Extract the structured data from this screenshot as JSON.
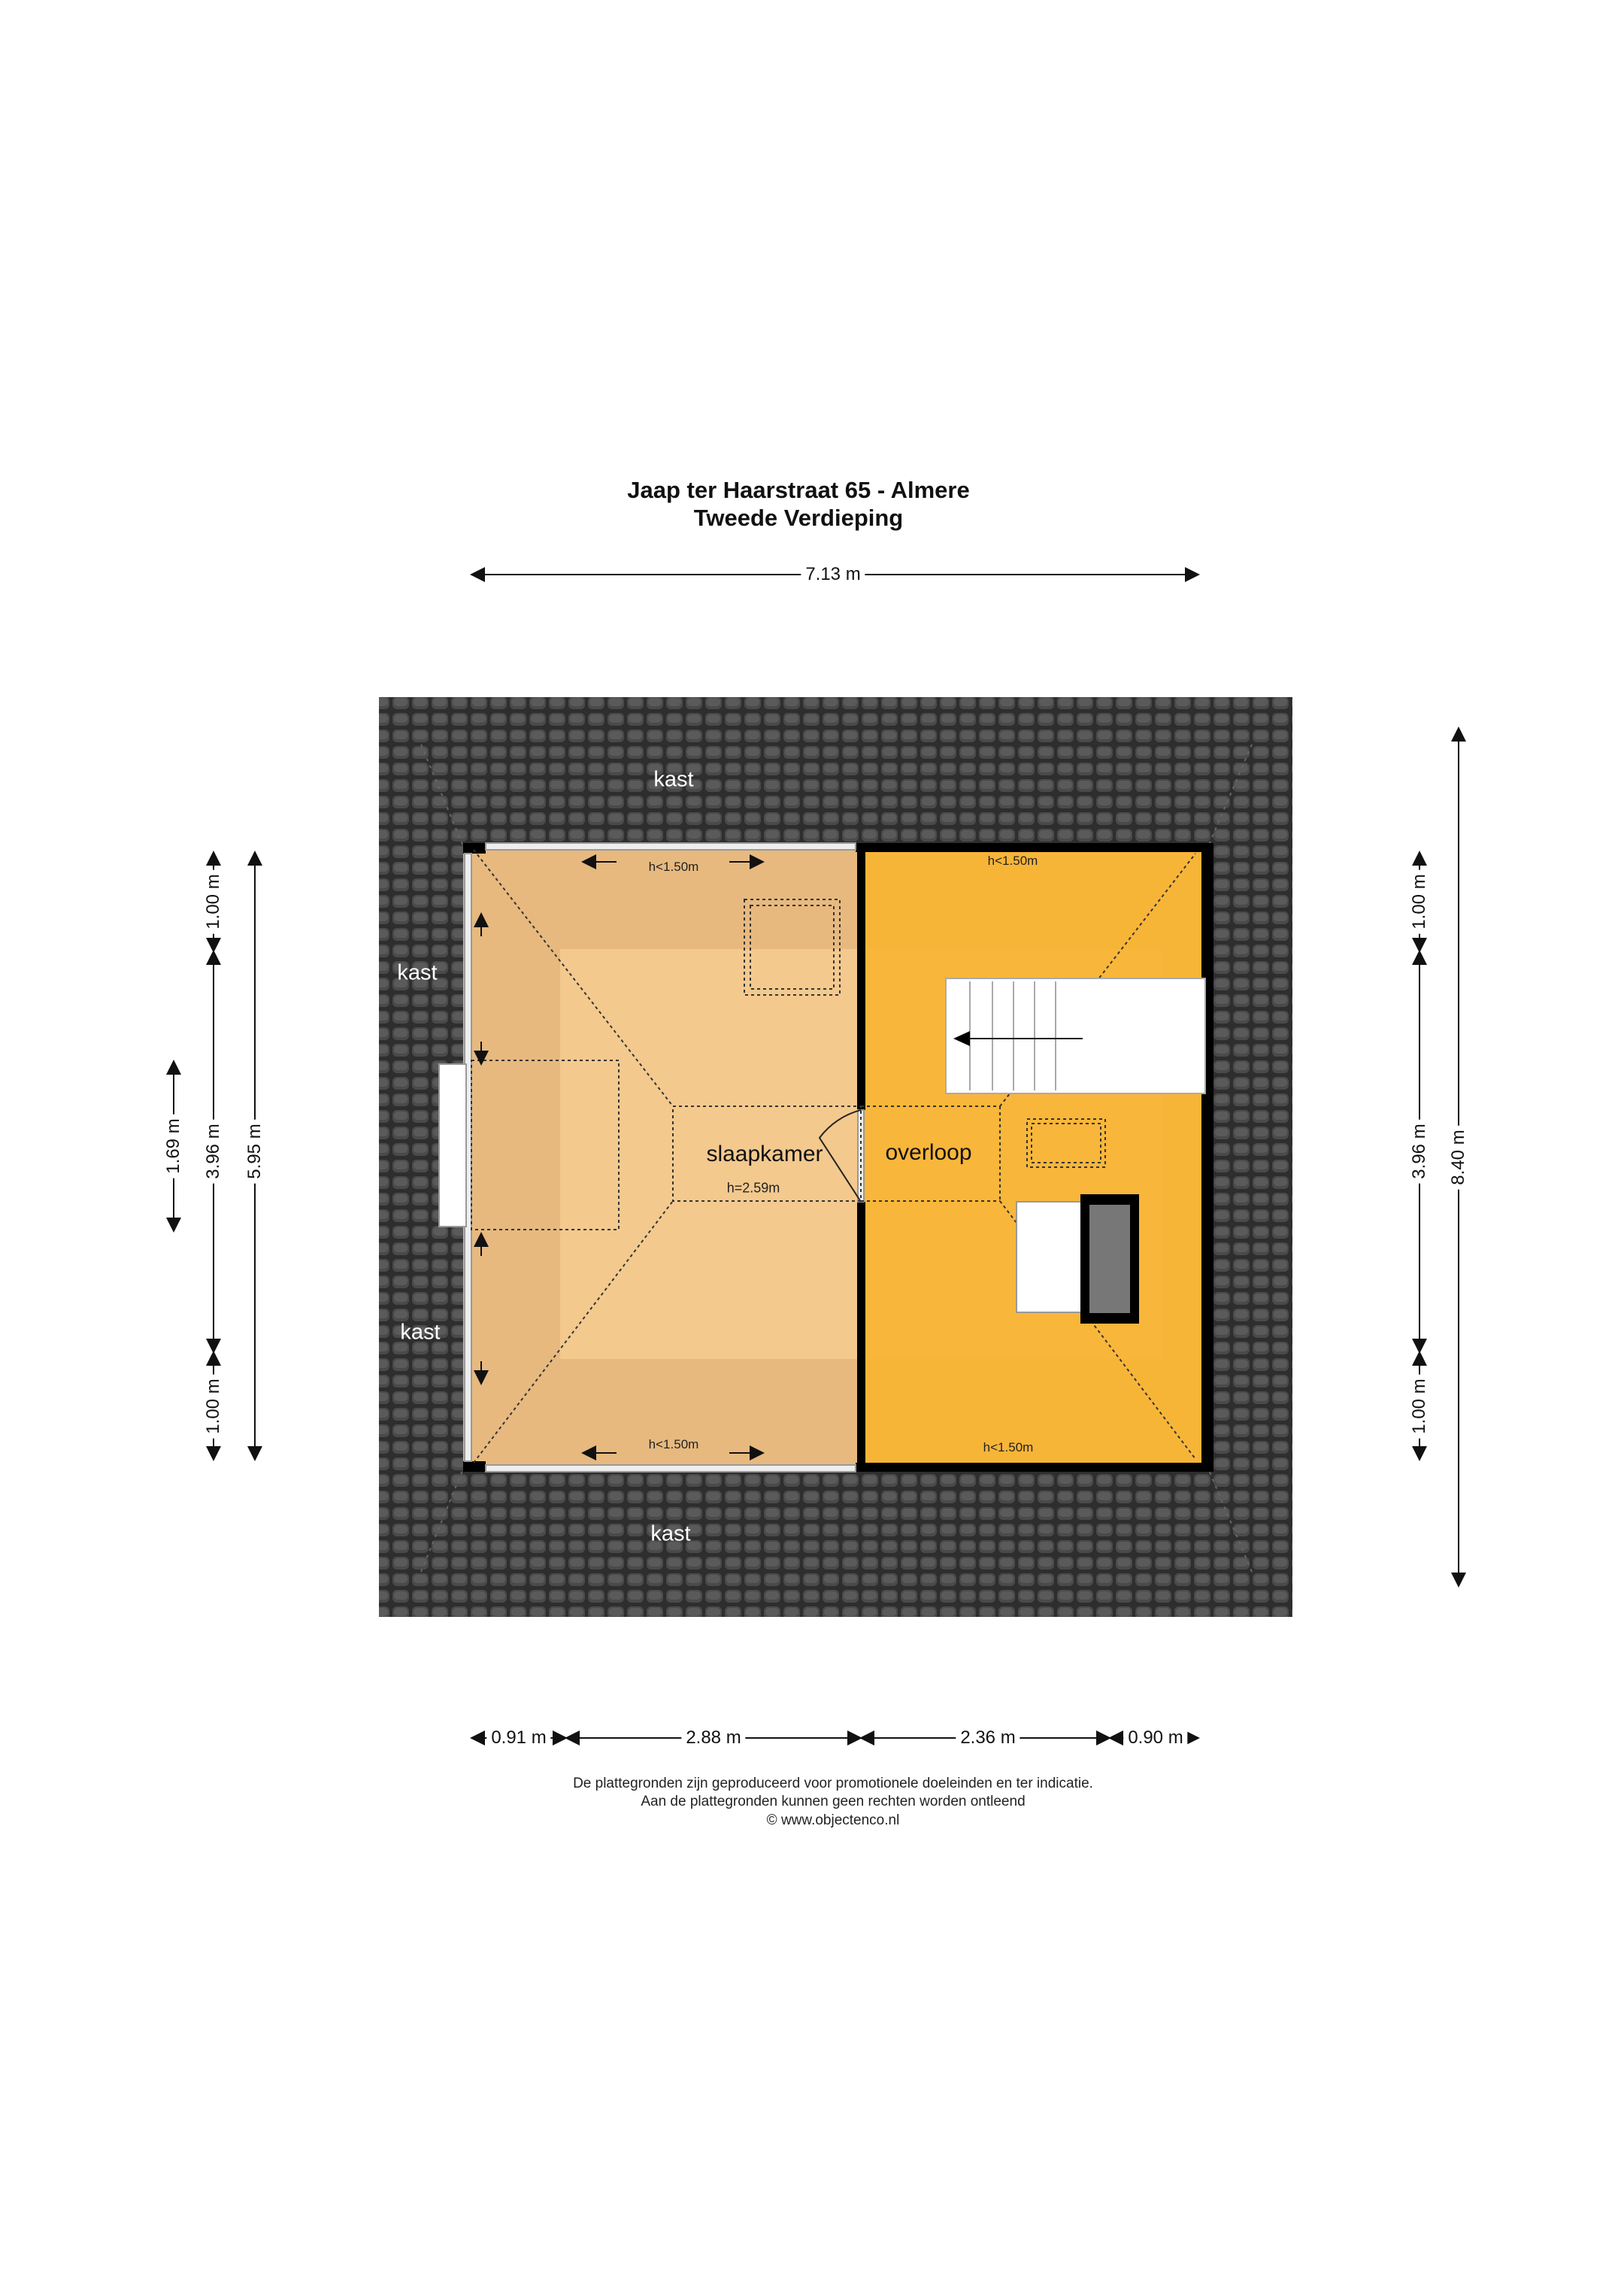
{
  "header": {
    "address": "Jaap ter Haarstraat 65 - Almere",
    "floor": "Tweede Verdieping"
  },
  "dimensions": {
    "top_total": "7.13 m",
    "right_total": "8.40 m",
    "right_segments": [
      "1.00 m",
      "3.96 m",
      "1.00 m"
    ],
    "left_segments": [
      "1.00 m",
      "3.96 m",
      "1.00 m"
    ],
    "left_total": "5.95 m",
    "left_window": "1.69 m",
    "bottom_segments": [
      "0.91 m",
      "2.88 m",
      "2.36 m",
      "0.90 m"
    ]
  },
  "rooms": {
    "bedroom": {
      "name": "slaapkamer",
      "height": "h=2.59m"
    },
    "landing": {
      "name": "overloop"
    },
    "storage": [
      "kast",
      "kast",
      "kast",
      "kast"
    ],
    "low_height_labels": [
      "h<1.50m",
      "h<1.50m",
      "h<1.50m",
      "h<1.50m"
    ]
  },
  "colors": {
    "roof": "#3a3a3a",
    "bedroom": "#f3c98e",
    "bedroom_edge": "#e7b97f",
    "landing": "#f7b538",
    "landing_edge": "#efac33"
  },
  "footer": {
    "line1": "De plattegronden zijn geproduceerd voor promotionele doeleinden en ter indicatie.",
    "line2": "Aan de plattegronden kunnen geen rechten worden ontleend",
    "line3": "© www.objectenco.nl"
  }
}
